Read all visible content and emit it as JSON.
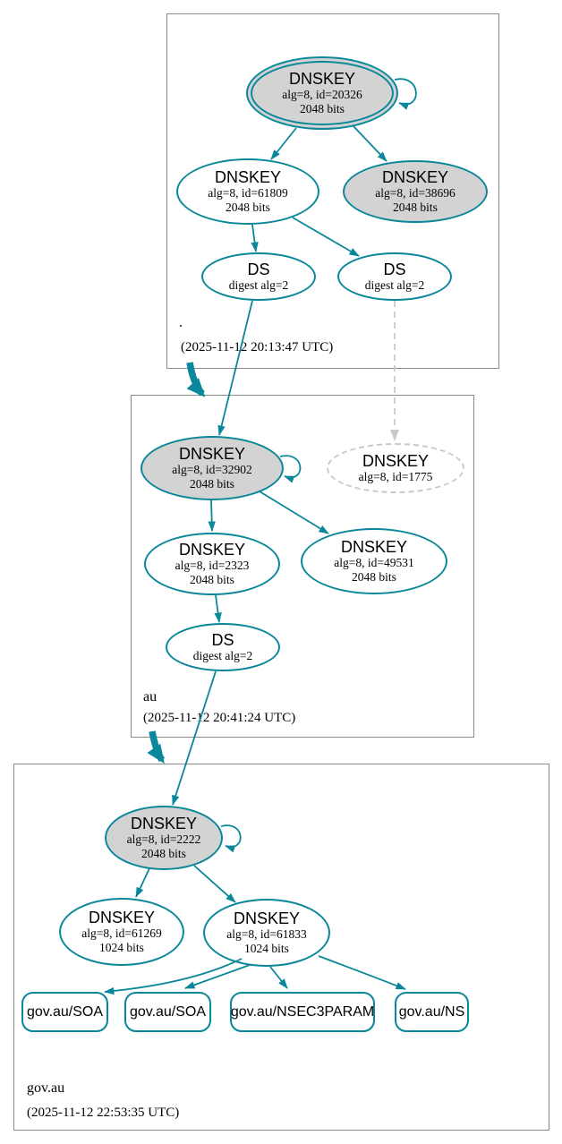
{
  "colors": {
    "edge_secure": "#0a879a",
    "ksk_fill": "#d3d3d3",
    "ghost_gray": "#c9c9c9",
    "zone_border": "#8a8a8a"
  },
  "zones": [
    {
      "label": ".",
      "timestamp": "(2025-11-12 20:13:47 UTC)",
      "ksk": {
        "title": "DNSKEY",
        "detail": "alg=8, id=20326",
        "bits": "2048 bits"
      },
      "zsk": {
        "title": "DNSKEY",
        "detail": "alg=8, id=61809",
        "bits": "2048 bits"
      },
      "key3": {
        "title": "DNSKEY",
        "detail": "alg=8, id=38696",
        "bits": "2048 bits"
      },
      "ds1": {
        "title": "DS",
        "detail": "digest alg=2"
      },
      "ds2": {
        "title": "DS",
        "detail": "digest alg=2"
      }
    },
    {
      "label": "au",
      "timestamp": "(2025-11-12 20:41:24 UTC)",
      "ksk": {
        "title": "DNSKEY",
        "detail": "alg=8, id=32902",
        "bits": "2048 bits"
      },
      "ghost": {
        "title": "DNSKEY",
        "detail": "alg=8, id=1775"
      },
      "zsk": {
        "title": "DNSKEY",
        "detail": "alg=8, id=2323",
        "bits": "2048 bits"
      },
      "key3": {
        "title": "DNSKEY",
        "detail": "alg=8, id=49531",
        "bits": "2048 bits"
      },
      "ds": {
        "title": "DS",
        "detail": "digest alg=2"
      }
    },
    {
      "label": "gov.au",
      "timestamp": "(2025-11-12 22:53:35 UTC)",
      "ksk": {
        "title": "DNSKEY",
        "detail": "alg=8, id=2222",
        "bits": "2048 bits"
      },
      "zsk1": {
        "title": "DNSKEY",
        "detail": "alg=8, id=61269",
        "bits": "1024 bits"
      },
      "zsk2": {
        "title": "DNSKEY",
        "detail": "alg=8, id=61833",
        "bits": "1024 bits"
      },
      "rrsets": [
        "gov.au/SOA",
        "gov.au/SOA",
        "gov.au/NSEC3PARAM",
        "gov.au/NS"
      ]
    }
  ]
}
